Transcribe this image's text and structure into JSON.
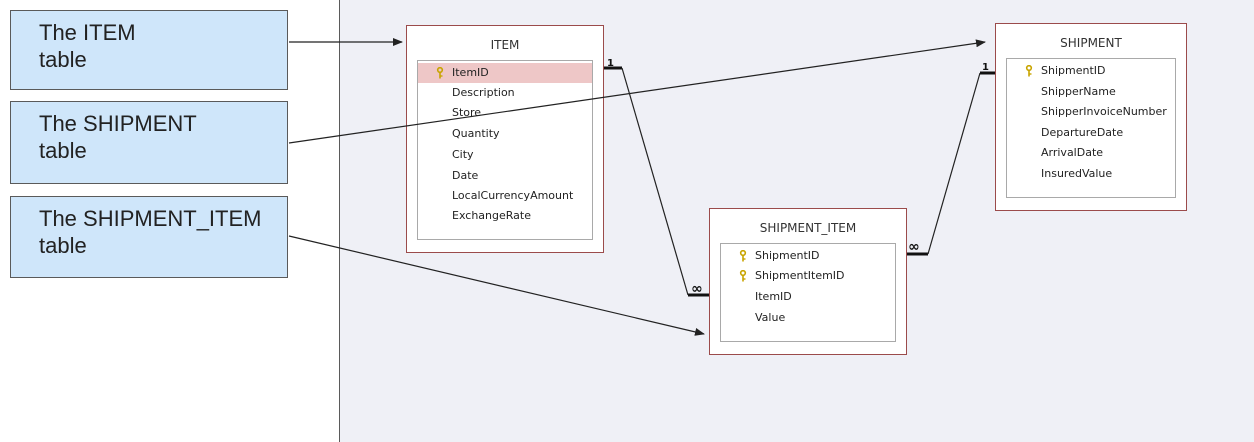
{
  "callouts": {
    "item": "The ITEM\ntable",
    "shipment": "The SHIPMENT\ntable",
    "shipment_item": "The SHIPMENT_ITEM\ntable"
  },
  "tables": {
    "item": {
      "title": "ITEM",
      "fields": [
        "ItemID",
        "Description",
        "Store",
        "Quantity",
        "City",
        "Date",
        "LocalCurrencyAmount",
        "ExchangeRate"
      ]
    },
    "shipment": {
      "title": "SHIPMENT",
      "fields": [
        "ShipmentID",
        "ShipperName",
        "ShipperInvoiceNumber",
        "DepartureDate",
        "ArrivalDate",
        "InsuredValue"
      ]
    },
    "shipment_item": {
      "title": "SHIPMENT_ITEM",
      "fields": [
        "ShipmentID",
        "ShipmentItemID",
        "ItemID",
        "Value"
      ]
    }
  },
  "relationships": {
    "one": "1",
    "many": "∞"
  },
  "colors": {
    "callout_fill": "#cfe6fa",
    "canvas": "#eff0f6",
    "table_border": "#9b4b4b",
    "selected_row": "#eec7c7",
    "key": "#c8a400"
  }
}
